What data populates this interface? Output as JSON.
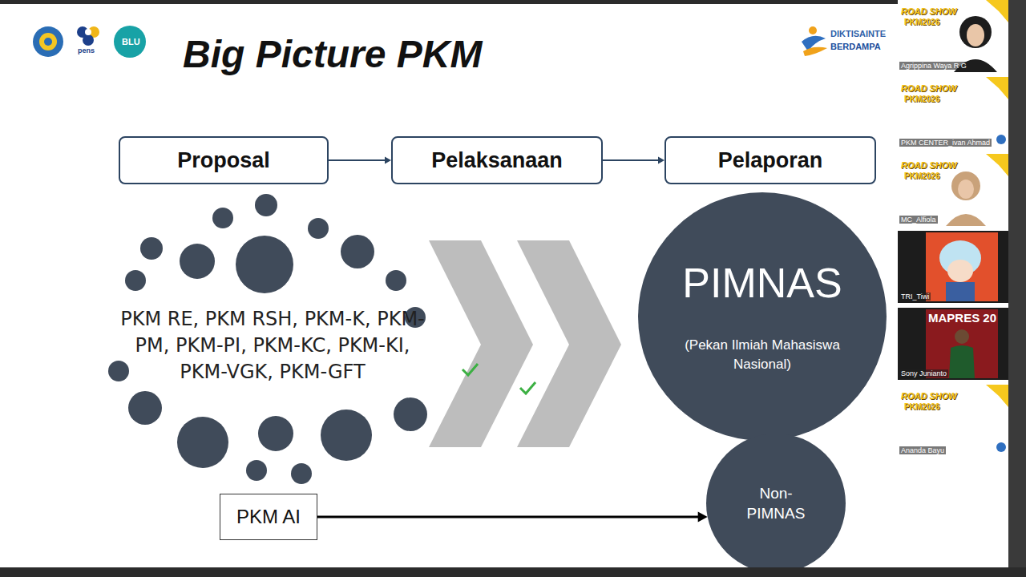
{
  "diagram": {
    "title": "Big Picture PKM",
    "nodes": [
      {
        "text": [
          "Proposal"
        ]
      },
      {
        "text": [
          "Pelaksanaan"
        ]
      },
      {
        "text": [
          "Pelaporan"
        ]
      },
      {
        "text": [
          "PIMNAS",
          "(Pekan Ilmiah Mahasiswa Nasional)"
        ]
      },
      {
        "text": [
          "PKM AI"
        ]
      },
      {
        "text": [
          "Non-PIMNAS"
        ]
      }
    ],
    "edges": [
      {
        "from": 0,
        "to": 1,
        "arrow": "to"
      },
      {
        "from": 1,
        "to": 2,
        "arrow": "to"
      },
      {
        "from": 4,
        "to": 5,
        "arrow": "to"
      }
    ],
    "labels": [
      "PKM RE, PKM RSH, PKM-K, PKM-PM, PKM-PI, PKM-KC, PKM-KI, PKM-VGK, PKM-GFT",
      "pens",
      "BLU",
      "DIKTISAINTE",
      "BERDAMPA",
      "ROAD SHOW",
      "PKM2026",
      "Agrippina Waya R G",
      "ROAD SHOW",
      "PKM2026",
      "PKM CENTER_ivan Ahmad",
      "ROAD SHOW",
      "PKM2026",
      "MC_Alfiola",
      "TRI_Tiwi",
      "MAPRES 20",
      "Sony Junianto",
      "ROAD SHOW",
      "PKM2026",
      "Ananda Bayu"
    ]
  }
}
